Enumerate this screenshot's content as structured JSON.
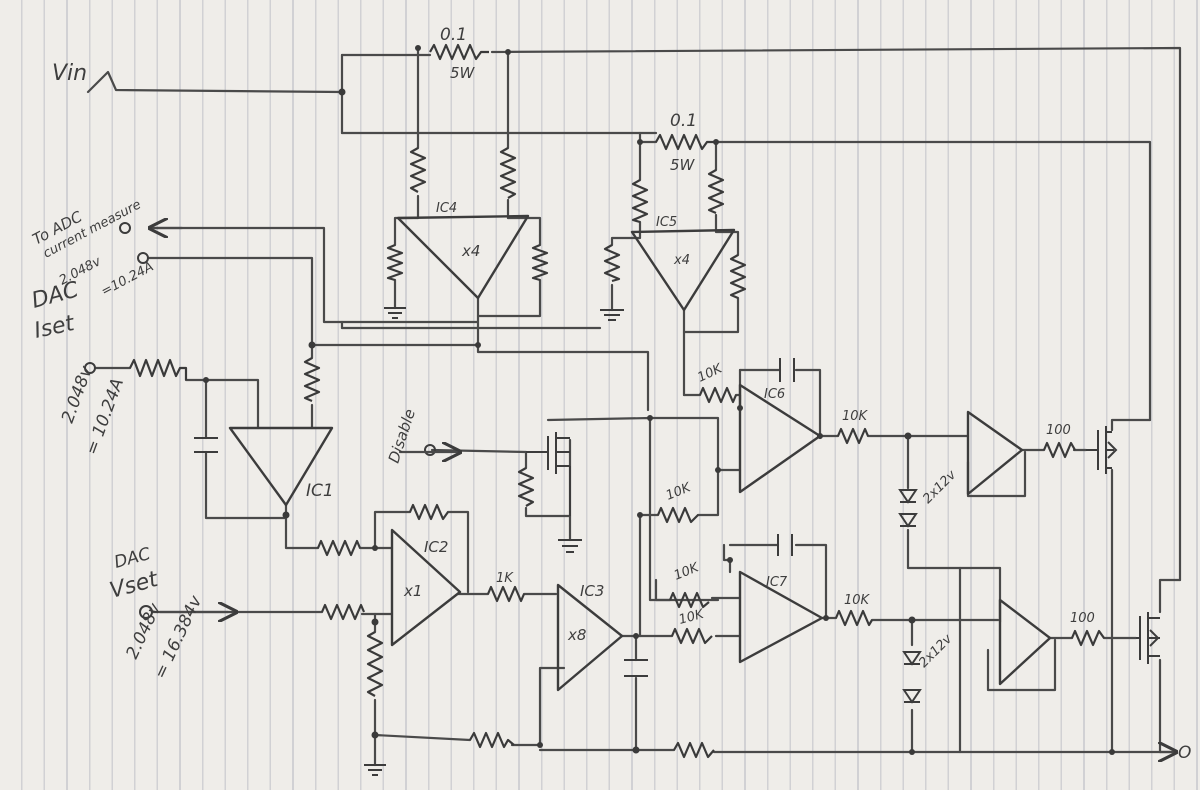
{
  "labels": {
    "vin": "Vin",
    "r_sense_1_value": "0.1",
    "r_sense_1_rating": "5W",
    "r_sense_2_value": "0.1",
    "r_sense_2_rating": "5W",
    "to_adc_1": "To ADC",
    "to_adc_2": "current measure",
    "adc_scale_1": "2.048v",
    "adc_scale_2": "=10.24A",
    "dac_iset_1": "DAC",
    "dac_iset_2": "Iset",
    "iset_scale_1": "2.048v",
    "iset_scale_2": "= 10.24A",
    "ic1": "IC1",
    "ic2": "IC2",
    "ic2_gain": "x1",
    "ic3": "IC3",
    "ic3_gain": "x8",
    "ic4": "IC4",
    "ic4_gain": "x4",
    "ic5": "IC5",
    "ic5_gain": "x4",
    "ic6": "IC6",
    "ic7": "IC7",
    "disable": "Disable",
    "dac_vset_1": "DAC",
    "dac_vset_2": "Vset",
    "vset_scale_1": "2.048v",
    "vset_scale_2": "= 16.384v",
    "r_1k": "1K",
    "r_10k_a": "10K",
    "r_10k_b": "10K",
    "r_10k_c": "10K",
    "r_10k_d": "10K",
    "r_10k_e": "10K",
    "r_10k_f": "10K",
    "r_100_a": "100",
    "r_100_b": "100",
    "zener_a": "2x12v",
    "zener_b": "2x12v",
    "output": "O"
  }
}
